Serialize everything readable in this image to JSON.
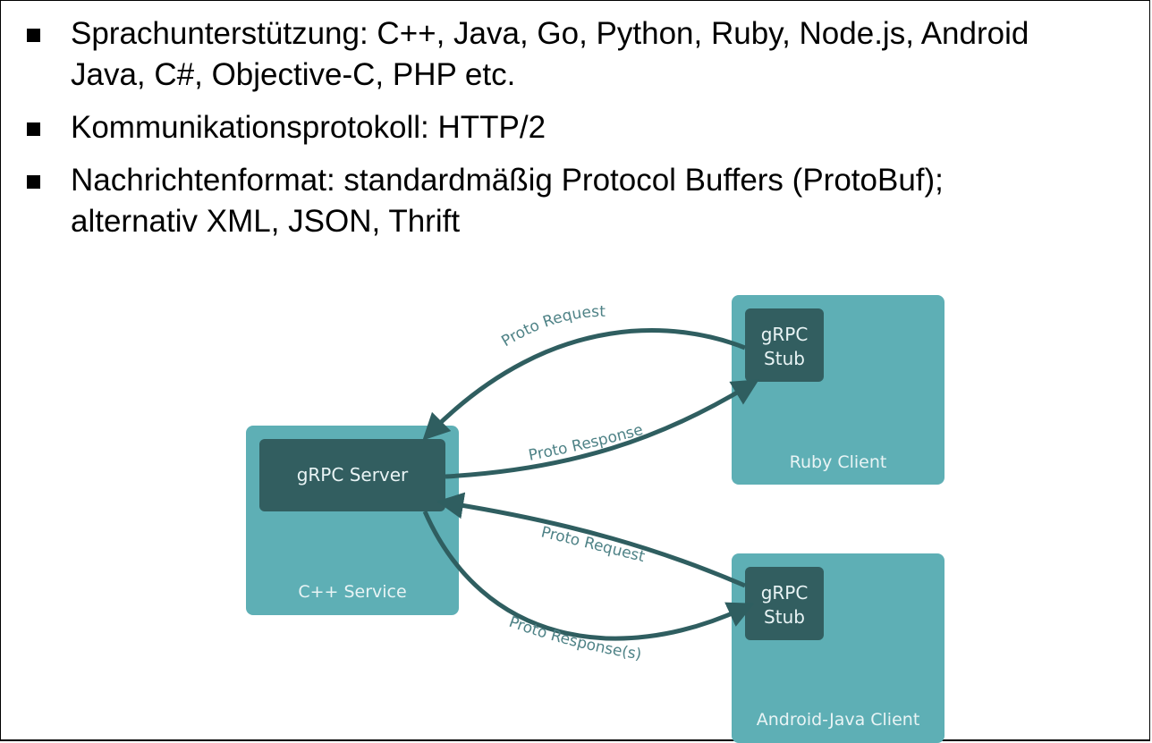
{
  "bullets": [
    {
      "line1": "Sprachunterstützung: C++, Java, Go, Python, Ruby, Node.js, Android",
      "line2": "Java, C#, Objective-C, PHP etc."
    },
    {
      "line1": "Kommunikationsprotokoll: HTTP/2"
    },
    {
      "line1": "Nachrichtenformat: standardmäßig Protocol Buffers (ProtoBuf);",
      "line2": "alternativ XML, JSON, Thrift"
    }
  ],
  "diagram": {
    "server": {
      "container": "C++ Service",
      "inner": "gRPC Server"
    },
    "ruby_client": {
      "container": "Ruby Client",
      "stub_line1": "gRPC",
      "stub_line2": "Stub"
    },
    "android_client": {
      "container": "Android-Java Client",
      "stub_line1": "gRPC",
      "stub_line2": "Stub"
    },
    "arrows": {
      "ruby_request": "Proto Request",
      "ruby_response": "Proto Response",
      "android_request": "Proto Request",
      "android_response": "Proto Response(s)"
    },
    "colors": {
      "container": "#5eafb5",
      "inner": "#325e60",
      "arrow": "#2f5e60",
      "label": "#4e8286"
    }
  }
}
